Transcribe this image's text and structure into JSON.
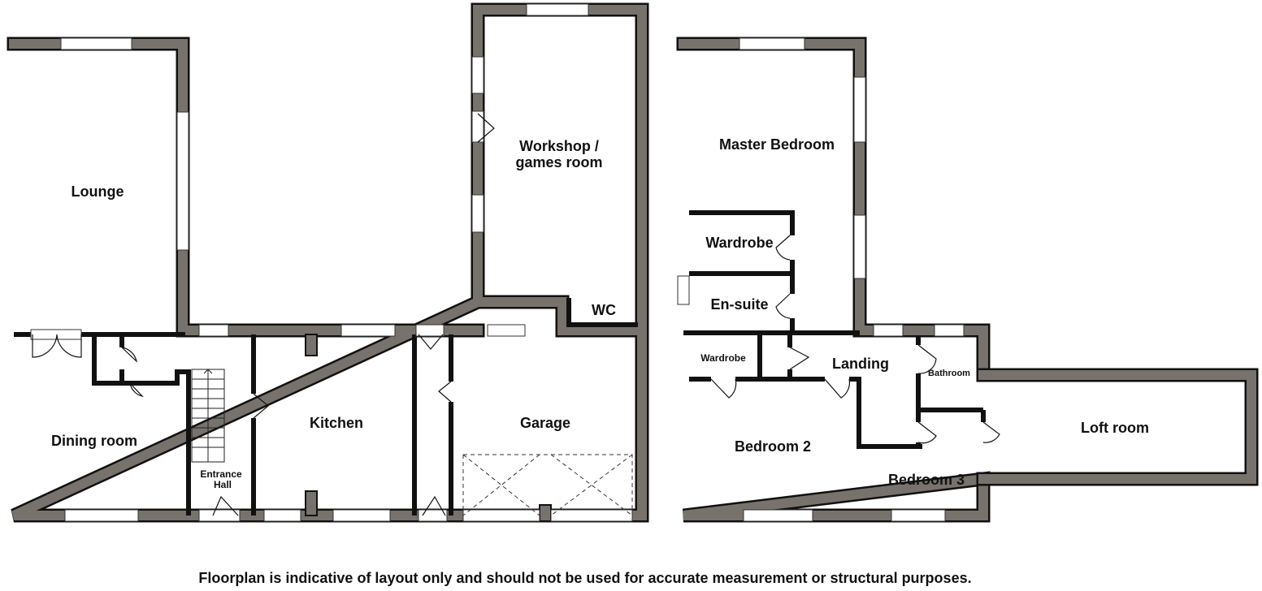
{
  "rooms": {
    "lounge": "Lounge",
    "dining": "Dining room",
    "hall_1": "Entrance",
    "hall_2": "Hall",
    "kitchen": "Kitchen",
    "garage": "Garage",
    "workshop_1": "Workshop /",
    "workshop_2": "games room",
    "wc": "WC",
    "master": "Master Bedroom",
    "wardrobe_1": "Wardrobe",
    "ensuite": "En-suite",
    "wardrobe_2": "Wardrobe",
    "landing": "Landing",
    "bathroom": "Bathroom",
    "bedroom2": "Bedroom 2",
    "bedroom3": "Bedroom 3",
    "loft": "Loft room"
  },
  "disclaimer": "Floorplan is indicative of layout only and should not be used for accurate measurement or structural purposes.",
  "colors": {
    "wall": "#77726b",
    "outline": "#111111"
  }
}
